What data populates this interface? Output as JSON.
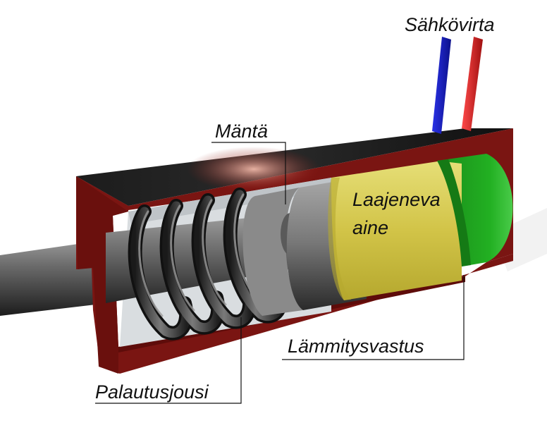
{
  "labels": {
    "current": "Sähkövirta",
    "piston": "Mäntä",
    "expanding_line1": "Laajeneva",
    "expanding_line2": "aine",
    "heater": "Lämmitysvastus",
    "spring": "Palautusjousi"
  },
  "colors": {
    "housing": "#7a1512",
    "housing_top": "#141414",
    "rod": "#4a4a4a",
    "spring": "#3a3a3a",
    "piston": "#8a8a8a",
    "expanding_material": "#d4c84a",
    "heater": "#1e9a1e",
    "wire_blue": "#1a22c8",
    "wire_red": "#d42020"
  },
  "icons": [
    "actuator-illustration"
  ]
}
